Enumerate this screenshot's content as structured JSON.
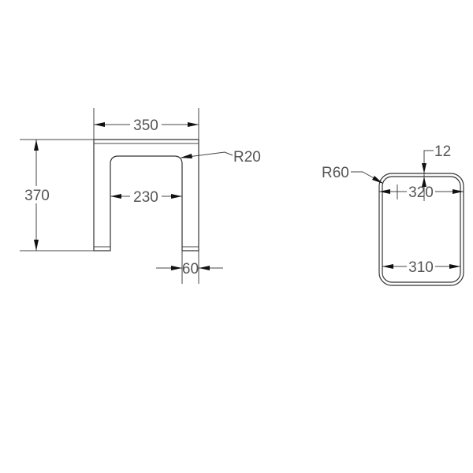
{
  "drawing": {
    "front_view": {
      "overall_width_label": "350",
      "overall_height_label": "370",
      "inner_width_label": "230",
      "leg_width_label": "60",
      "inner_radius_label": "R20"
    },
    "top_view": {
      "outer_radius_label": "R60",
      "thickness_label": "12",
      "outer_width_label": "320",
      "inner_width_label": "310"
    },
    "line_color": "#333333",
    "text_color": "#555555"
  }
}
